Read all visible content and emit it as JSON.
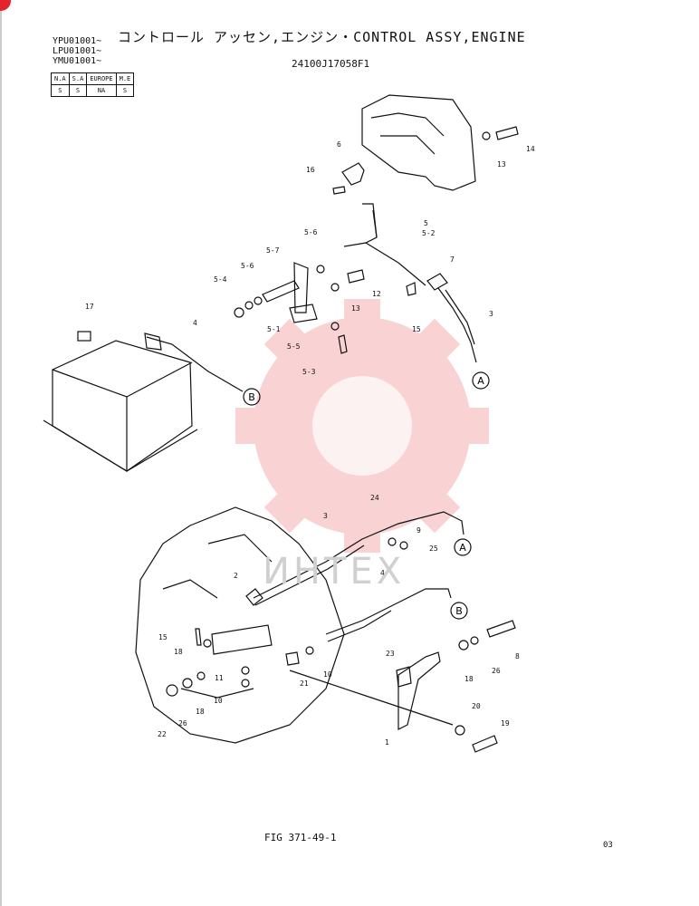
{
  "header": {
    "title": "コントロール アッセン,エンジン・CONTROL ASSY,ENGINE",
    "serials": [
      "YPU01001~",
      "LPU01001~",
      "YMU01001~"
    ],
    "part_number": "24100J17058F1"
  },
  "market_table": {
    "headers": [
      "N.A",
      "S.A",
      "EUROPE",
      "M.E"
    ],
    "values": [
      "S",
      "S",
      "NA",
      "S"
    ]
  },
  "watermark": {
    "text": "ИНТЕХ",
    "color": "#e8383d"
  },
  "callouts": [
    {
      "id": "c-6",
      "label": "6"
    },
    {
      "id": "c-16",
      "label": "16"
    },
    {
      "id": "c-14",
      "label": "14"
    },
    {
      "id": "c-13a",
      "label": "13"
    },
    {
      "id": "c-5",
      "label": "5"
    },
    {
      "id": "c-5-2",
      "label": "5-2"
    },
    {
      "id": "c-5-6a",
      "label": "5-6"
    },
    {
      "id": "c-5-7",
      "label": "5-7"
    },
    {
      "id": "c-5-6b",
      "label": "5-6"
    },
    {
      "id": "c-5-4",
      "label": "5-4"
    },
    {
      "id": "c-7",
      "label": "7"
    },
    {
      "id": "c-12",
      "label": "12"
    },
    {
      "id": "c-13b",
      "label": "13"
    },
    {
      "id": "c-3a",
      "label": "3"
    },
    {
      "id": "c-5-1",
      "label": "5-1"
    },
    {
      "id": "c-5-5",
      "label": "5-5"
    },
    {
      "id": "c-15a",
      "label": "15"
    },
    {
      "id": "c-5-3",
      "label": "5-3"
    },
    {
      "id": "c-17",
      "label": "17"
    },
    {
      "id": "c-4a",
      "label": "4"
    },
    {
      "id": "c-24",
      "label": "24"
    },
    {
      "id": "c-3b",
      "label": "3"
    },
    {
      "id": "c-9",
      "label": "9"
    },
    {
      "id": "c-25",
      "label": "25"
    },
    {
      "id": "c-4b",
      "label": "4"
    },
    {
      "id": "c-2",
      "label": "2"
    },
    {
      "id": "c-15b",
      "label": "15"
    },
    {
      "id": "c-18a",
      "label": "18"
    },
    {
      "id": "c-8",
      "label": "8"
    },
    {
      "id": "c-23",
      "label": "23"
    },
    {
      "id": "c-18b",
      "label": "18"
    },
    {
      "id": "c-26a",
      "label": "26"
    },
    {
      "id": "c-11",
      "label": "11"
    },
    {
      "id": "c-21",
      "label": "21"
    },
    {
      "id": "c-10a",
      "label": "10"
    },
    {
      "id": "c-10b",
      "label": "10"
    },
    {
      "id": "c-18c",
      "label": "18"
    },
    {
      "id": "c-22",
      "label": "22"
    },
    {
      "id": "c-26b",
      "label": "26"
    },
    {
      "id": "c-20",
      "label": "20"
    },
    {
      "id": "c-19",
      "label": "19"
    },
    {
      "id": "c-1",
      "label": "1"
    }
  ],
  "connectors": [
    {
      "id": "conn-a1",
      "label": "A"
    },
    {
      "id": "conn-b1",
      "label": "B"
    },
    {
      "id": "conn-a2",
      "label": "A"
    },
    {
      "id": "conn-b2",
      "label": "B"
    }
  ],
  "footer": {
    "figure": "FIG 371-49-1",
    "page": "03"
  }
}
